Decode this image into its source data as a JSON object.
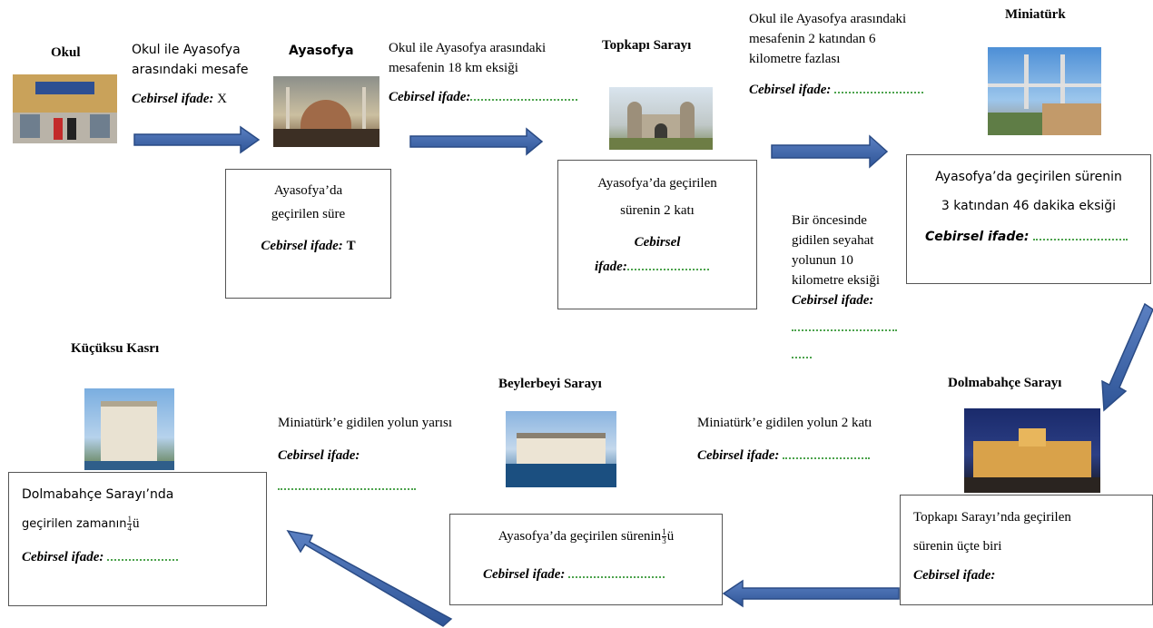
{
  "places": {
    "okul": "Okul",
    "ayasofya": "Ayasofya",
    "topkapi": "Topkapı Sarayı",
    "miniaturk": "Miniatürk",
    "dolmabahce": "Dolmabahçe Sarayı",
    "beylerbeyi": "Beylerbeyi Sarayı",
    "kucuksu": "Küçüksu Kasrı"
  },
  "expr_label": "Cebirsel ifade:",
  "steps": {
    "s1": {
      "line1": "Okul ile Ayasofya",
      "line2": "arasındaki mesafe",
      "value": "X"
    },
    "s2": {
      "line1": "Okul ile Ayasofya arasındaki",
      "line2": "mesafenin 18 km eksiği"
    },
    "s3": {
      "line1": "Okul ile Ayasofya arasındaki",
      "line2": "mesafenin 2 katından 6",
      "line3": "kilometre fazlası"
    },
    "s4": {
      "line1": "Bir öncesinde",
      "line2": "gidilen seyahat",
      "line3": "yolunun 10",
      "line4": "kilometre eksiği"
    },
    "s5": {
      "text": "Miniatürk’e gidilen yolun 2 katı"
    },
    "s6": {
      "text": "Miniatürk’e gidilen yolun yarısı"
    }
  },
  "boxes": {
    "b1": {
      "line1": "Ayasofya’da",
      "line2": "geçirilen süre",
      "value": "T"
    },
    "b2": {
      "line1": "Ayasofya’da geçirilen",
      "line2": "sürenin 2 katı",
      "expr_a": "Cebirsel",
      "expr_b": "ifade:"
    },
    "b3": {
      "line1": "Ayasofya’da geçirilen sürenin",
      "line2": "3 katından 46 dakika eksiği"
    },
    "b4": {
      "line1": "Topkapı Sarayı’nda geçirilen",
      "line2": "sürenin üçte biri"
    },
    "b5": {
      "text": "Ayasofya’da geçirilen sürenin",
      "num": "1",
      "den": "3",
      "suffix": "ü"
    },
    "b6": {
      "line1": "Dolmabahçe Sarayı’nda",
      "line2": "geçirilen zamanın",
      "num": "1",
      "den": "4",
      "suffix": "ü"
    }
  },
  "colors": {
    "arrow_fill": "#3d63a6",
    "arrow_stroke": "#2a4b85",
    "blank": "#4da34d"
  }
}
